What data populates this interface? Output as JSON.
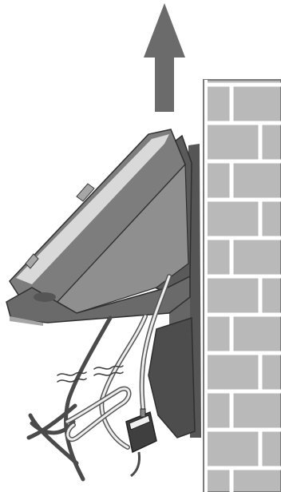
{
  "illustration": {
    "description_free": true,
    "colors": {
      "arrow": "#6b6b6b",
      "brick_face": "#b9b9b9",
      "mortar": "#ffffff",
      "wall_outline": "#7a7a7a",
      "phone_base_dark": "#5a5a5a",
      "phone_base_mid": "#7d7d7d",
      "phone_base_light": "#a6a6a6",
      "phone_top_highlight": "#d9d9d9",
      "bracket": "#555555",
      "cord_dark": "#4a4a4a",
      "cord_light": "#e8e8e8",
      "outline": "#2f2f2f"
    },
    "icons": [
      "up-arrow-icon",
      "brick-wall",
      "phone-base",
      "wall-mount-bracket",
      "phone-line-cord",
      "power-cord",
      "power-adapter"
    ]
  }
}
